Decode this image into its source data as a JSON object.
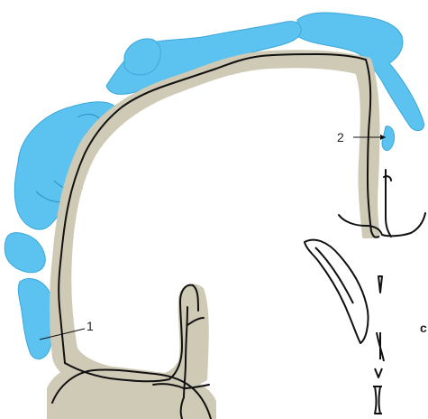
{
  "labels": {
    "one": "1",
    "two": "2",
    "edge_letter": "c"
  },
  "colors": {
    "background": "#ffffff",
    "homunculus_fill": "#5cc3f0",
    "homunculus_stroke": "#3aa7da",
    "cortex_band": "#cfcab6",
    "outline": "#111111"
  }
}
